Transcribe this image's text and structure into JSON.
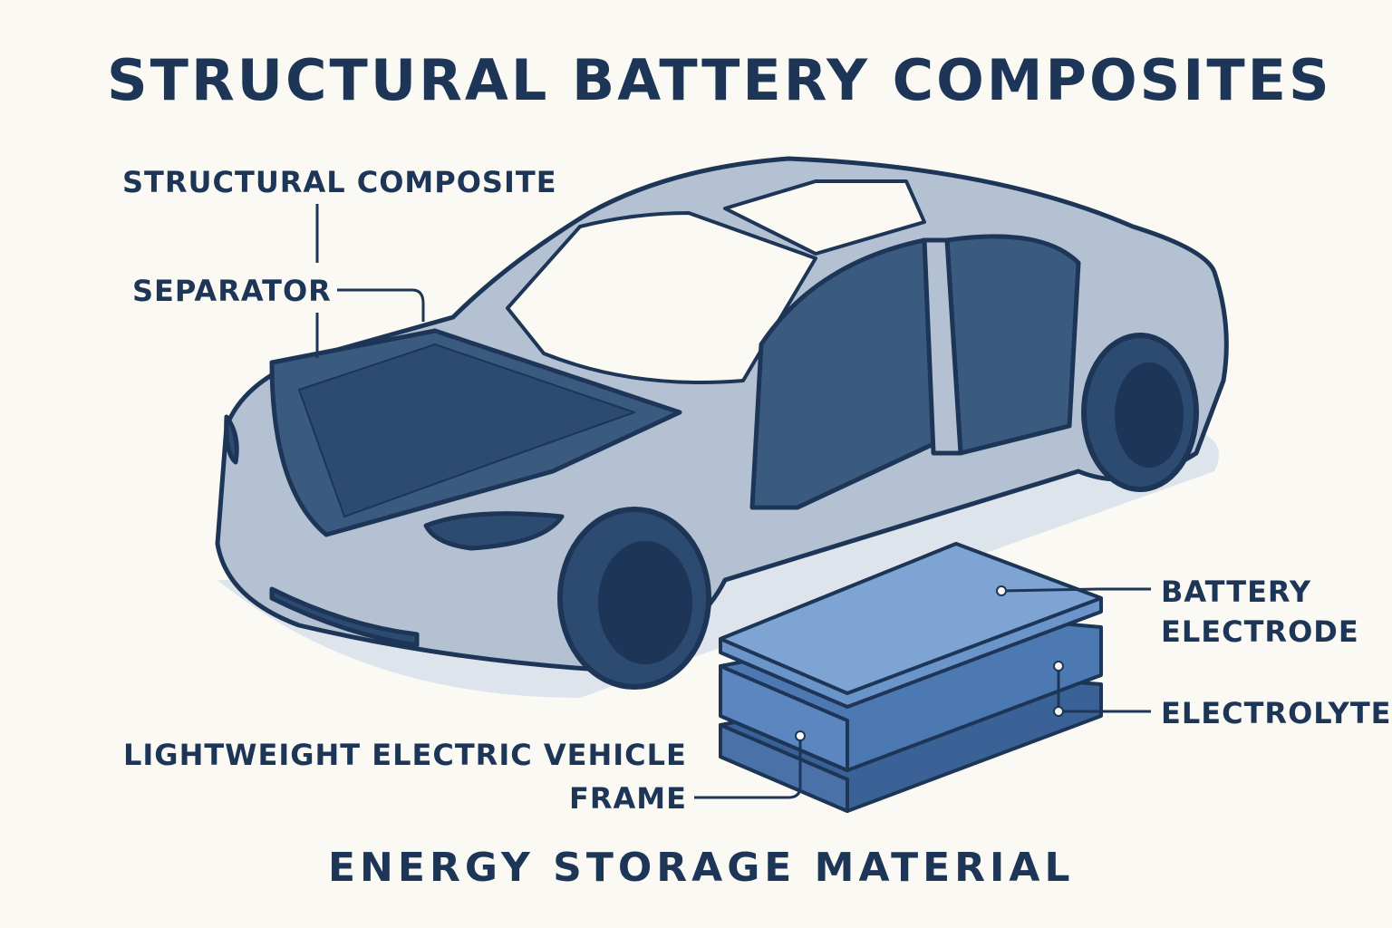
{
  "title": "STRUCTURAL BATTERY COMPOSITES",
  "labels": {
    "structural_composite": "STRUCTURAL COMPOSITE",
    "separator": "SEPARATOR",
    "battery_electrode_line1": "BATTERY",
    "battery_electrode_line2": "ELECTRODE",
    "electrolyte": "ELECTROLYTE",
    "frame_line1": "LIGHTWEIGHT ELECTRIC VEHICLE",
    "frame_line2": "FRAME"
  },
  "footer": "ENERGY STORAGE MATERIAL",
  "colors": {
    "text": "#1d3556",
    "background": "#fbf9f3",
    "car_body": "#a9b7c9",
    "interior": "#3b5a80",
    "battery": "#5b86bf"
  }
}
